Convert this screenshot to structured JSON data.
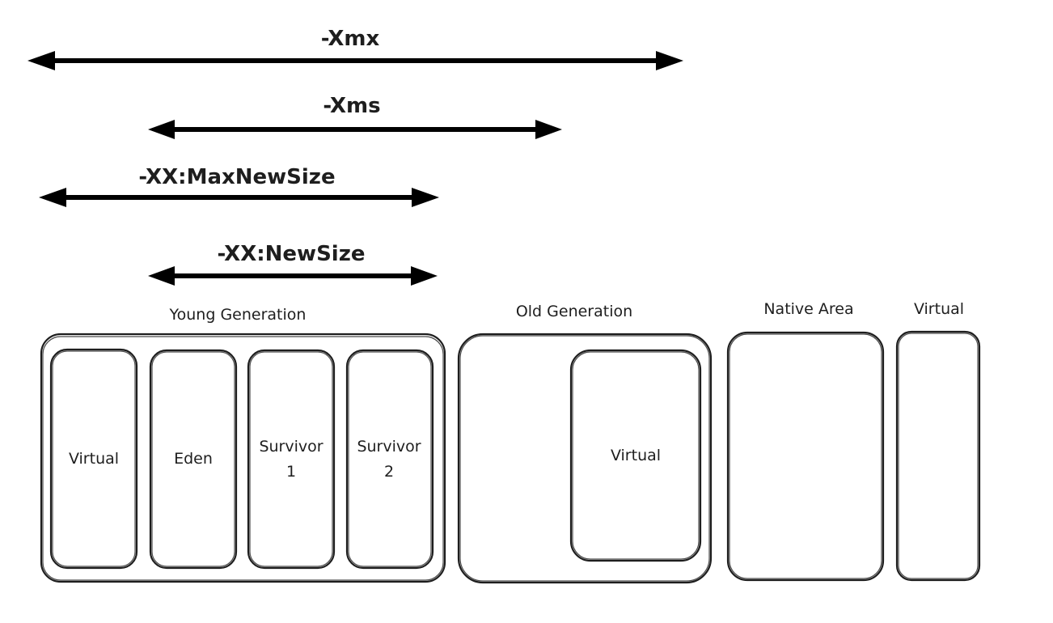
{
  "diagram": {
    "flags": {
      "xmx": "-Xmx",
      "xms": "-Xms",
      "max_new_size": "-XX:MaxNewSize",
      "new_size": "-XX:NewSize"
    },
    "groups": {
      "young": "Young Generation",
      "old": "Old Generation",
      "native": "Native Area",
      "virtual": "Virtual"
    },
    "young_regions": {
      "virtual": "Virtual",
      "eden": "Eden",
      "survivor1_line1": "Survivor",
      "survivor1_line2": "1",
      "survivor2_line1": "Survivor",
      "survivor2_line2": "2"
    },
    "old_regions": {
      "virtual": "Virtual"
    }
  }
}
